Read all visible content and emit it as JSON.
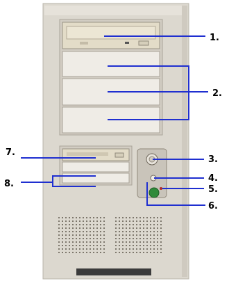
{
  "callouts": [
    {
      "id": "1",
      "text": "1."
    },
    {
      "id": "2",
      "text": "2."
    },
    {
      "id": "3",
      "text": "3."
    },
    {
      "id": "4",
      "text": "4."
    },
    {
      "id": "5",
      "text": "5."
    },
    {
      "id": "6",
      "text": "6."
    },
    {
      "id": "7",
      "text": "7."
    },
    {
      "id": "8",
      "text": "8."
    }
  ],
  "colors": {
    "case_body": "#dcd8cf",
    "case_shadow": "#b9b4aa",
    "bay_fill": "#ebe8e1",
    "optical_drive": "#e3dcc8",
    "power_led": "#2f8a3a",
    "leader_line": "#1f2fd0"
  }
}
